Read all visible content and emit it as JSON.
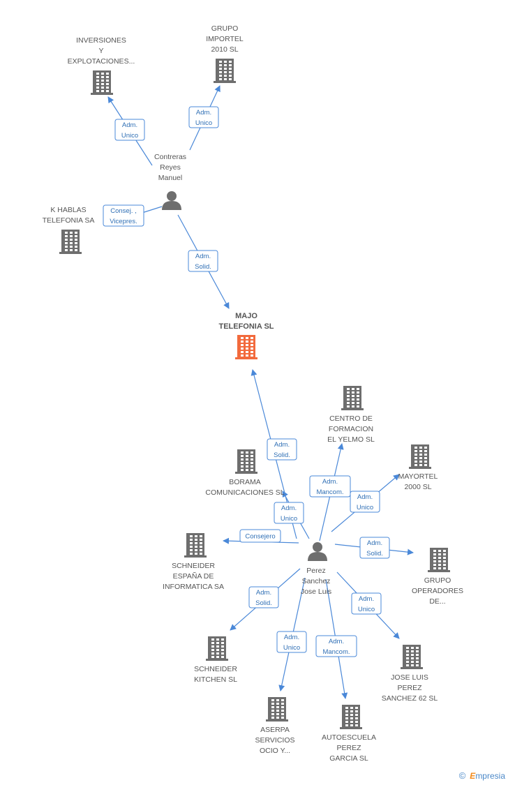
{
  "colors": {
    "edge": "#4a88d8",
    "edge_label_border": "#4a88d8",
    "edge_label_text": "#2f6fb5",
    "company": "#6e6e6e",
    "company_focus": "#f26a3d",
    "person": "#6e6e6e",
    "label": "#555555"
  },
  "nodes": [
    {
      "id": "majo",
      "type": "company",
      "focus": true,
      "label": [
        "MAJO",
        "TELEFONIA SL"
      ]
    },
    {
      "id": "contreras",
      "type": "person",
      "label": [
        "Contreras",
        "Reyes",
        "Manuel"
      ]
    },
    {
      "id": "perez",
      "type": "person",
      "label": [
        "Perez",
        "Sanchez",
        "Jose Luis"
      ]
    },
    {
      "id": "inversiones",
      "type": "company",
      "label": [
        "INVERSIONES",
        "Y",
        "EXPLOTACIONES..."
      ]
    },
    {
      "id": "importel",
      "type": "company",
      "label": [
        "GRUPO",
        "IMPORTEL",
        "2010 SL"
      ]
    },
    {
      "id": "khablas",
      "type": "company",
      "label": [
        "K HABLAS",
        "TELEFONIA SA"
      ]
    },
    {
      "id": "yelmo",
      "type": "company",
      "label": [
        "CENTRO DE",
        "FORMACION",
        "EL YELMO SL"
      ]
    },
    {
      "id": "borama",
      "type": "company",
      "label": [
        "BORAMA",
        "COMUNICACIONES SL"
      ]
    },
    {
      "id": "mayortel",
      "type": "company",
      "label": [
        "MAYORTEL",
        "2000  SL"
      ]
    },
    {
      "id": "schneider_esp",
      "type": "company",
      "label": [
        "SCHNEIDER",
        "ESPAÑA DE",
        "INFORMATICA SA"
      ]
    },
    {
      "id": "operadores",
      "type": "company",
      "label": [
        "GRUPO",
        "OPERADORES",
        "DE..."
      ]
    },
    {
      "id": "schneider_kit",
      "type": "company",
      "label": [
        "SCHNEIDER",
        "KITCHEN SL"
      ]
    },
    {
      "id": "joseluis62",
      "type": "company",
      "label": [
        "JOSE LUIS",
        "PEREZ",
        "SANCHEZ 62 SL"
      ]
    },
    {
      "id": "asepa",
      "type": "company",
      "label": [
        "ASERPA",
        "SERVICIOS",
        "OCIO Y..."
      ]
    },
    {
      "id": "autoescuela",
      "type": "company",
      "label": [
        "AUTOESCUELA",
        "PEREZ",
        "GARCIA SL"
      ]
    }
  ],
  "edges": [
    {
      "from": "contreras",
      "to": "inversiones",
      "label": [
        "Adm.",
        "Unico"
      ]
    },
    {
      "from": "contreras",
      "to": "importel",
      "label": [
        "Adm.",
        "Unico"
      ]
    },
    {
      "from": "contreras",
      "to": "khablas",
      "label": [
        "Consej. ,",
        "Vicepres."
      ]
    },
    {
      "from": "contreras",
      "to": "majo",
      "label": [
        "Adm.",
        "Solid."
      ]
    },
    {
      "from": "perez",
      "to": "majo",
      "label": [
        "Adm.",
        "Solid."
      ]
    },
    {
      "from": "perez",
      "to": "yelmo",
      "label": [
        "Adm.",
        "Mancom."
      ]
    },
    {
      "from": "perez",
      "to": "borama",
      "label": [
        "Adm.",
        "Unico"
      ]
    },
    {
      "from": "perez",
      "to": "mayortel",
      "label": [
        "Adm.",
        "Unico"
      ]
    },
    {
      "from": "perez",
      "to": "schneider_esp",
      "label": [
        "Consejero"
      ]
    },
    {
      "from": "perez",
      "to": "operadores",
      "label": [
        "Adm.",
        "Solid."
      ]
    },
    {
      "from": "perez",
      "to": "schneider_kit",
      "label": [
        "Adm.",
        "Solid."
      ]
    },
    {
      "from": "perez",
      "to": "joseluis62",
      "label": [
        "Adm.",
        "Unico"
      ]
    },
    {
      "from": "perez",
      "to": "asepa",
      "label": [
        "Adm.",
        "Unico"
      ]
    },
    {
      "from": "perez",
      "to": "autoescuela",
      "label": [
        "Adm.",
        "Mancom."
      ]
    }
  ],
  "footer": {
    "copyright_symbol": "©",
    "brand_initial": "E",
    "brand_rest": "mpresia"
  }
}
